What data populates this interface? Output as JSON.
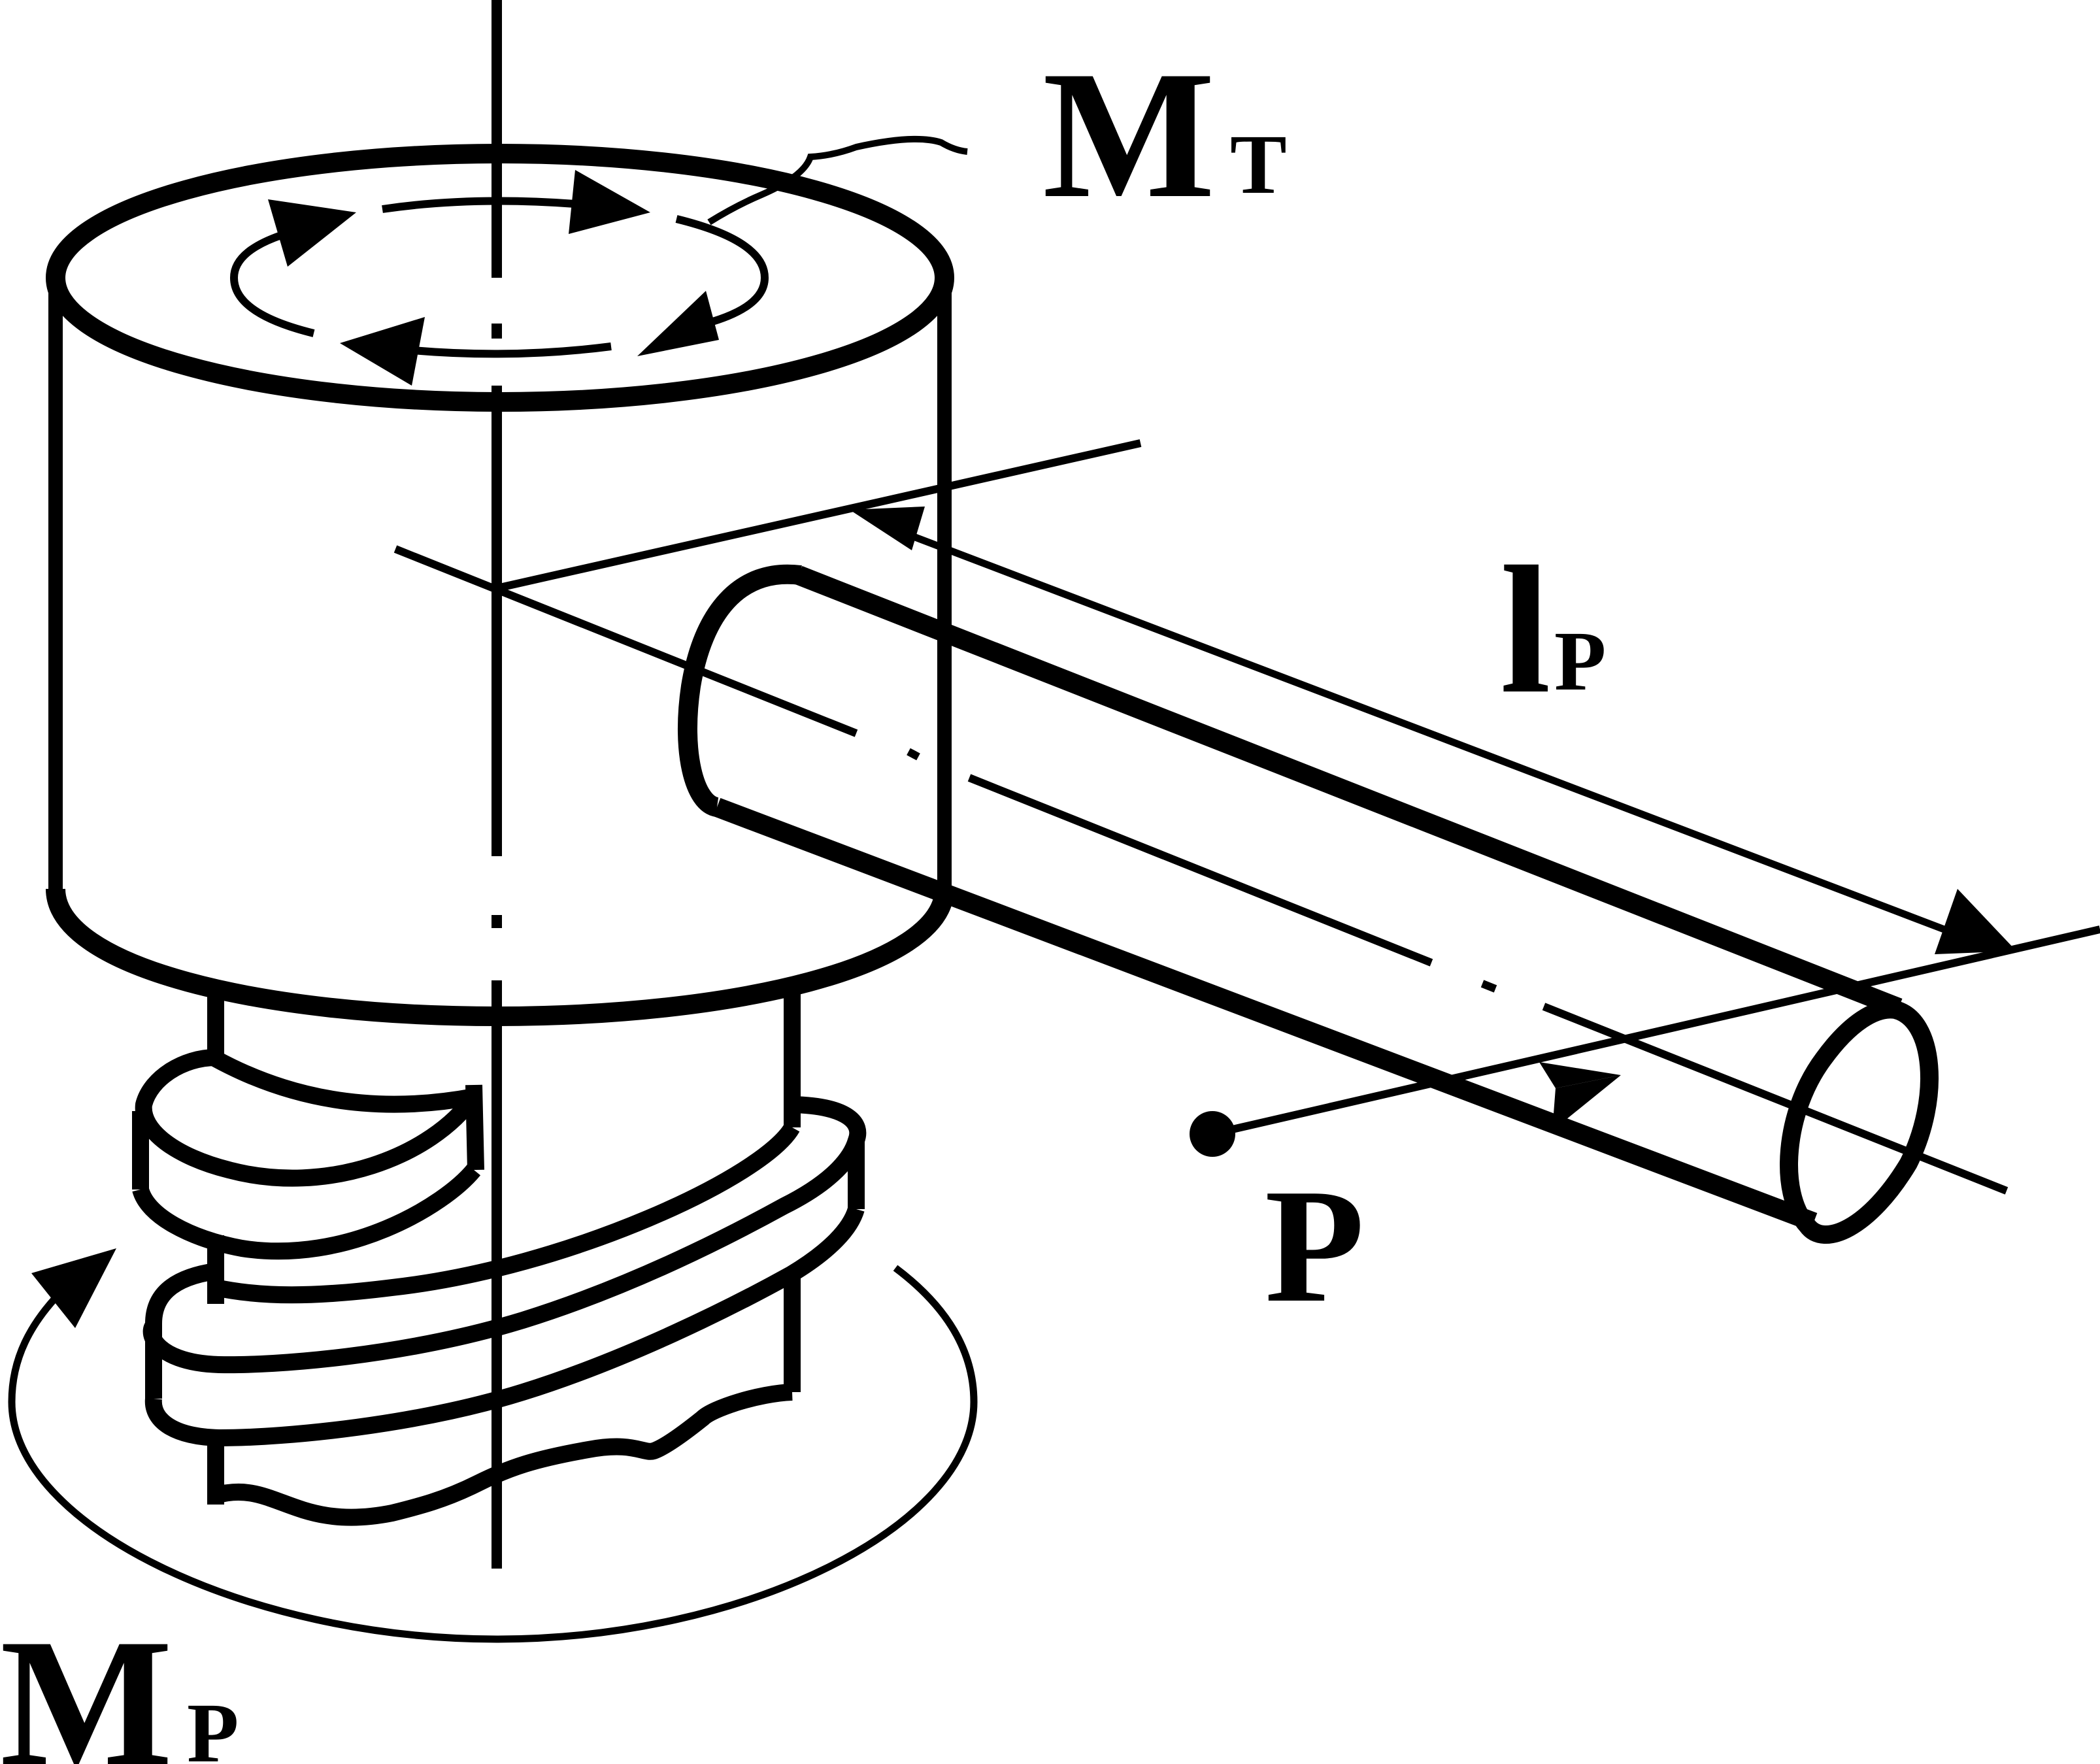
{
  "labels": {
    "mt_main": "M",
    "mt_sub": "T",
    "lp_main": "l",
    "lp_sub": "P",
    "p": "P",
    "mp_main": "M",
    "mp_sub": "P"
  },
  "colors": {
    "ink": "#000000",
    "background": "#ffffff"
  }
}
